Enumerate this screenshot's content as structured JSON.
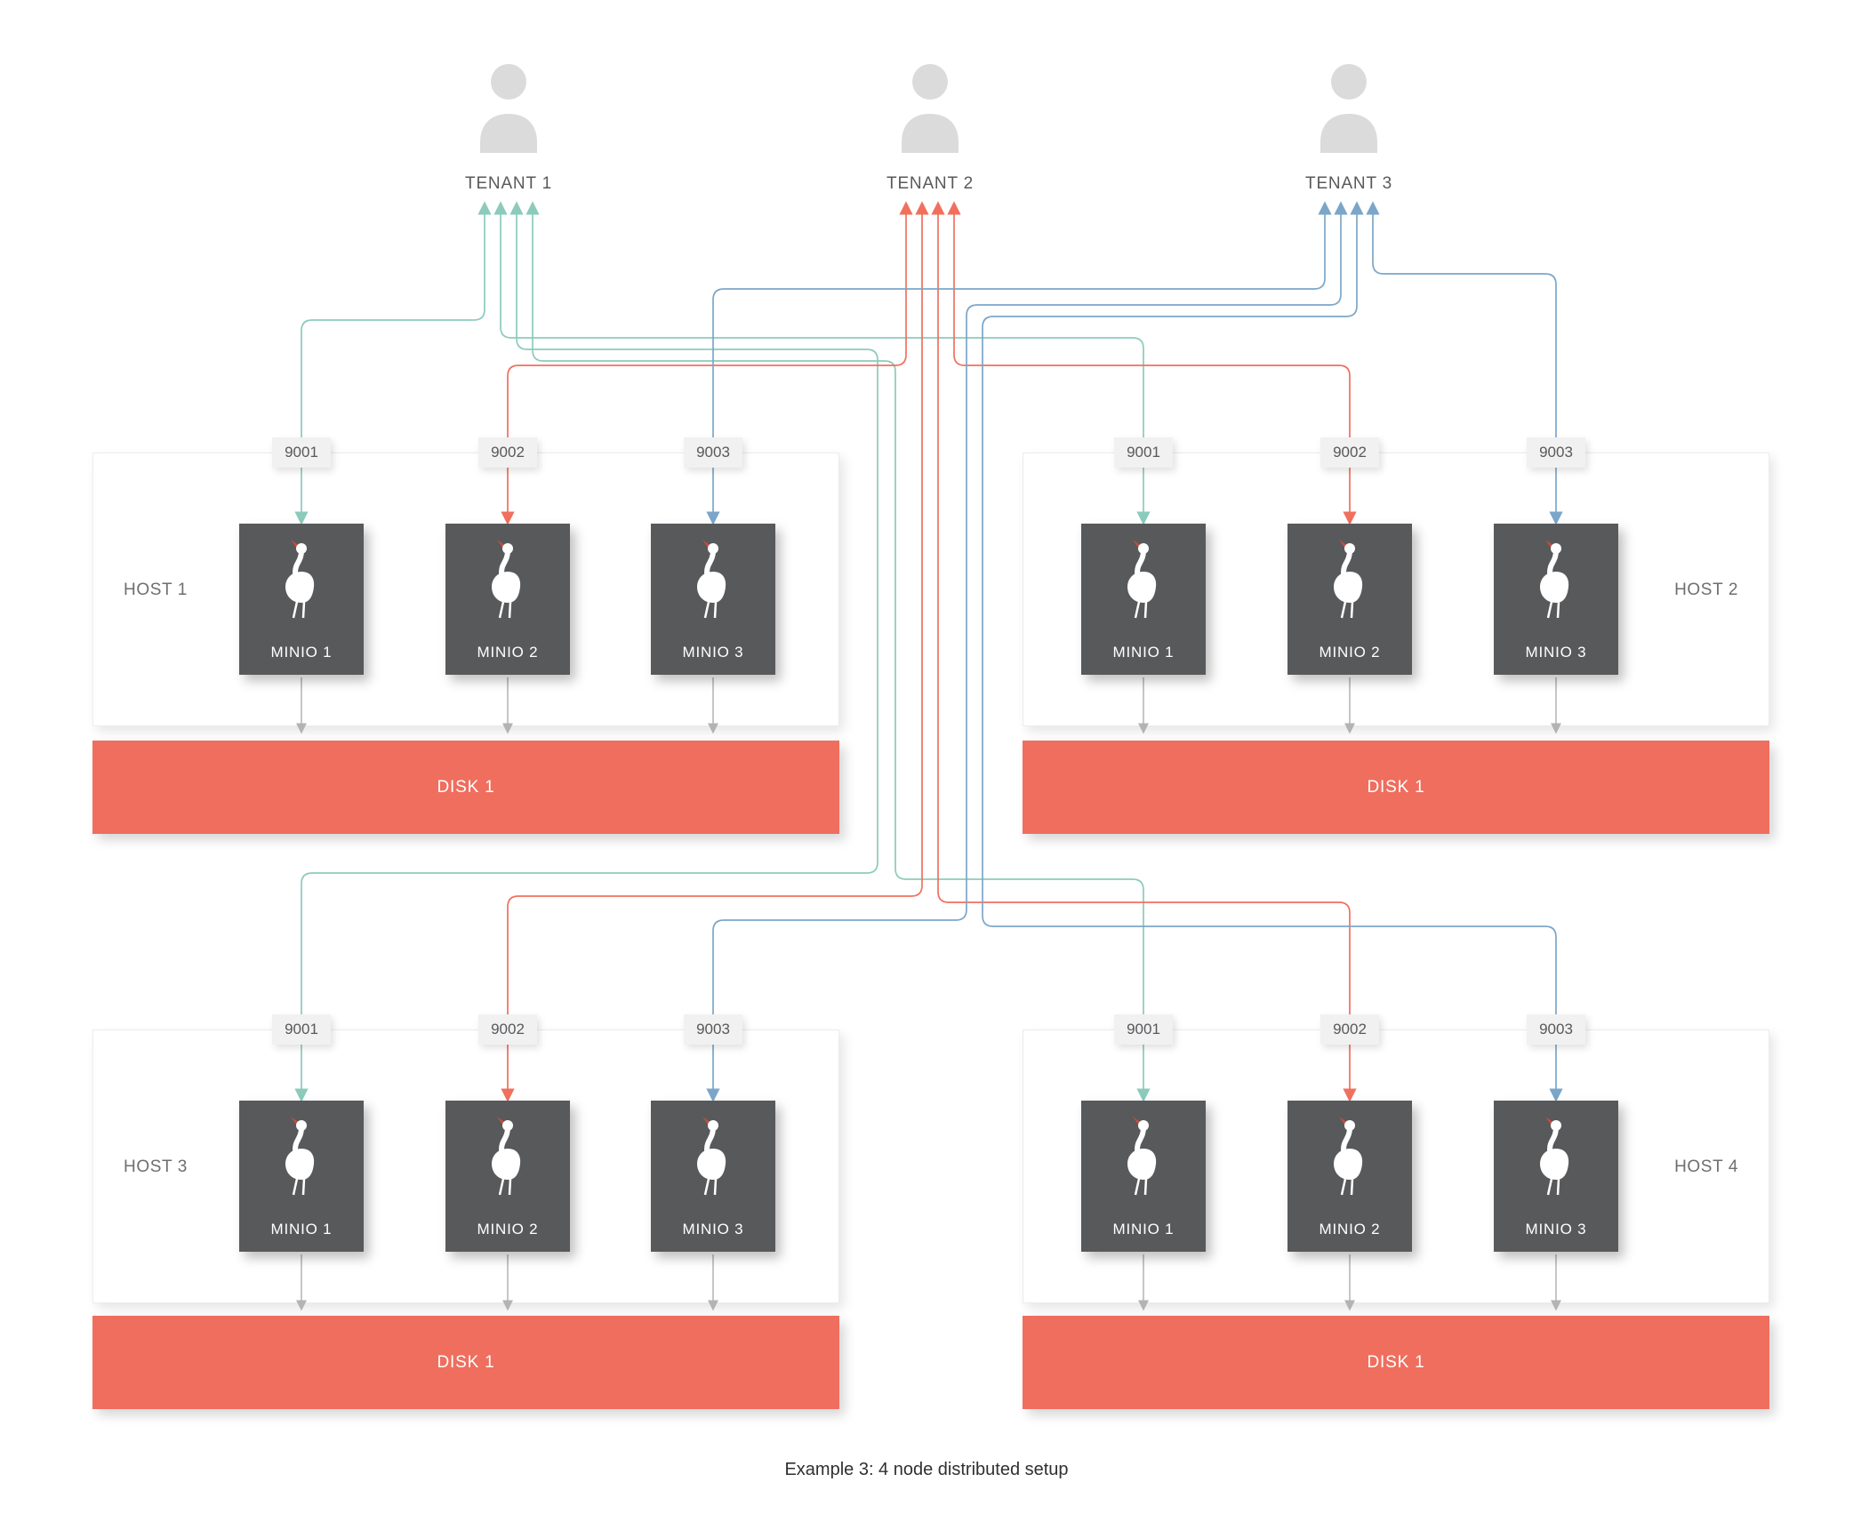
{
  "caption": "Example 3: 4 node distributed setup",
  "tenants": [
    {
      "label": "TENANT 1",
      "line_color": "#8ccbbc",
      "connects_to_port": "9001"
    },
    {
      "label": "TENANT 2",
      "line_color": "#f0705e",
      "connects_to_port": "9002"
    },
    {
      "label": "TENANT 3",
      "line_color": "#7ca6c9",
      "connects_to_port": "9003"
    }
  ],
  "hosts": [
    {
      "label": "HOST 1",
      "label_side": "left",
      "ports": [
        "9001",
        "9002",
        "9003"
      ],
      "nodes": [
        "MINIO 1",
        "MINIO 2",
        "MINIO 3"
      ],
      "disk": "DISK 1"
    },
    {
      "label": "HOST 2",
      "label_side": "right",
      "ports": [
        "9001",
        "9002",
        "9003"
      ],
      "nodes": [
        "MINIO 1",
        "MINIO 2",
        "MINIO 3"
      ],
      "disk": "DISK 1"
    },
    {
      "label": "HOST 3",
      "label_side": "left",
      "ports": [
        "9001",
        "9002",
        "9003"
      ],
      "nodes": [
        "MINIO 1",
        "MINIO 2",
        "MINIO 3"
      ],
      "disk": "DISK 1"
    },
    {
      "label": "HOST 4",
      "label_side": "right",
      "ports": [
        "9001",
        "9002",
        "9003"
      ],
      "nodes": [
        "MINIO 1",
        "MINIO 2",
        "MINIO 3"
      ],
      "disk": "DISK 1"
    }
  ],
  "icons": {
    "tenant": "person-icon",
    "minio_node": "stork-logo-icon"
  },
  "colors": {
    "minio_box": "#58595b",
    "disk": "#ef6e5e",
    "tenant_icon": "#dbdbdb",
    "stub_line": "#b3b3b3",
    "bird_accent": "#cf4a3a"
  }
}
